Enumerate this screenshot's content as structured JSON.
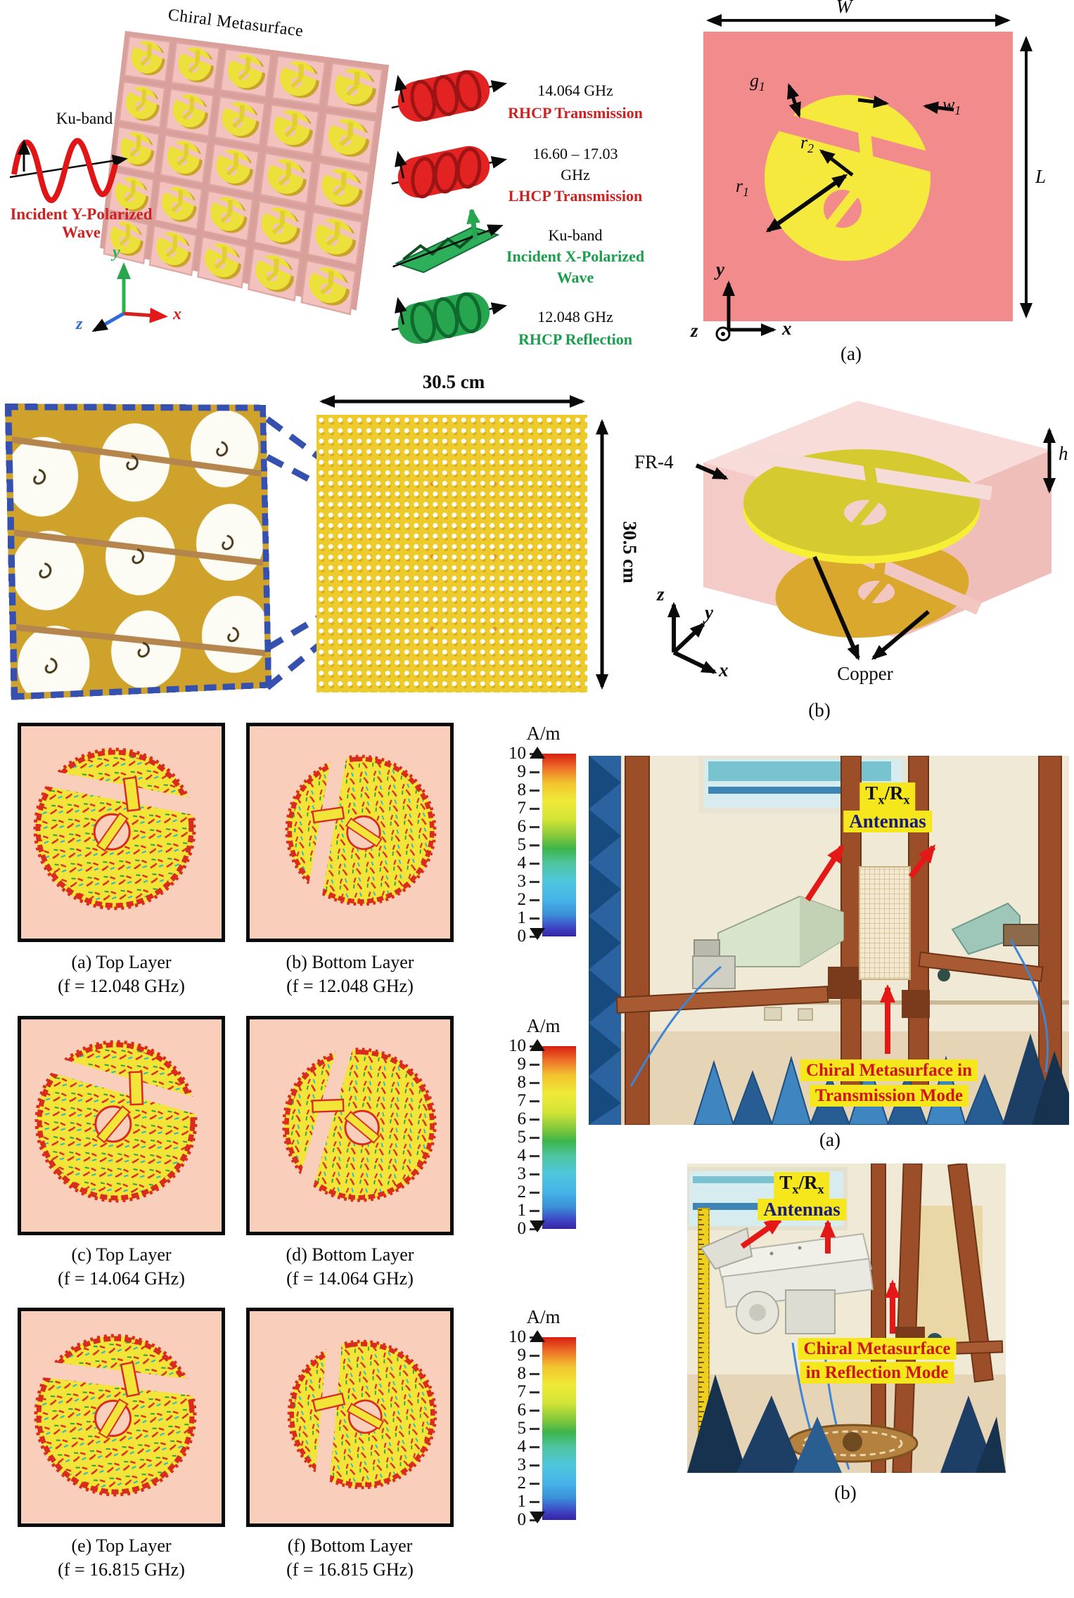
{
  "palette": {
    "substrate_pink": "#f28b8b",
    "panel_salmon": "#f9cfbc",
    "copper_yellow": "#f2e438",
    "board_yellow": "#eecb2d",
    "dash_blue": "#3550ae",
    "label_yellow": "#f6e71c",
    "red_text": "#cc2222",
    "green_text": "#1a9e4b",
    "wood_brown": "#9b4e28",
    "absorber_blue": "#3f86c0"
  },
  "concept": {
    "title": "Chiral Metasurface",
    "ku_band": "Ku-band",
    "incident_y1": "Incident Y-Polarized",
    "incident_y2": "Wave",
    "axis_x": "x",
    "axis_y": "y",
    "axis_z": "z",
    "outputs": [
      {
        "l1": "14.064 GHz",
        "l2": "RHCP Transmission"
      },
      {
        "l1": "16.60 – 17.03",
        "l1b": "GHz",
        "l2": "LHCP Transmission"
      },
      {
        "l1": "Ku-band",
        "l2": "Incident X-Polarized",
        "l2b": "Wave"
      },
      {
        "l1": "12.048 GHz",
        "l2": "RHCP Reflection"
      }
    ]
  },
  "unit_front": {
    "width": "W",
    "length": "L",
    "g_base": "g",
    "g_sub": "1",
    "w_base": "w",
    "w_sub": "1",
    "r2_base": "r",
    "r2_sub": "2",
    "r1_base": "r",
    "r1_sub": "1",
    "axis_x": "x",
    "axis_y": "y",
    "axis_z": "z",
    "caption": "(a)"
  },
  "fabricated": {
    "width_label": "30.5 cm",
    "height_label": "30.5 cm"
  },
  "unit_3d": {
    "substrate": "FR-4",
    "metal": "Copper",
    "height": "h",
    "axis_x": "x",
    "axis_y": "y",
    "axis_z": "z",
    "caption": "(b)"
  },
  "currents": {
    "unit": "A/m",
    "ticks": [
      "10",
      "9",
      "8",
      "7",
      "6",
      "5",
      "4",
      "3",
      "2",
      "1",
      "0"
    ],
    "panels": [
      {
        "line1": "(a) Top Layer",
        "line2": "(f = 12.048 GHz)"
      },
      {
        "line1": "(b) Bottom Layer",
        "line2": "(f = 12.048 GHz)"
      },
      {
        "line1": "(c) Top Layer",
        "line2": "(f = 14.064 GHz)"
      },
      {
        "line1": "(d) Bottom Layer",
        "line2": "(f = 14.064 GHz)"
      },
      {
        "line1": "(e) Top Layer",
        "line2": "(f = 16.815 GHz)"
      },
      {
        "line1": "(f) Bottom Layer",
        "line2": "(f = 16.815 GHz)"
      }
    ]
  },
  "setup": {
    "a": {
      "ant_t": "T",
      "ant_sub1": "x",
      "ant_mid": "/R",
      "ant_sub2": "x",
      "ant_line2": "Antennas",
      "meta1": "Chiral Metasurface in",
      "meta2": "Transmission Mode",
      "caption": "(a)"
    },
    "b": {
      "ant_t": "T",
      "ant_sub1": "x",
      "ant_mid": "/R",
      "ant_sub2": "x",
      "ant_line2": "Antennas",
      "meta1": "Chiral Metasurface",
      "meta2": "in Reflection Mode",
      "caption": "(b)"
    }
  }
}
